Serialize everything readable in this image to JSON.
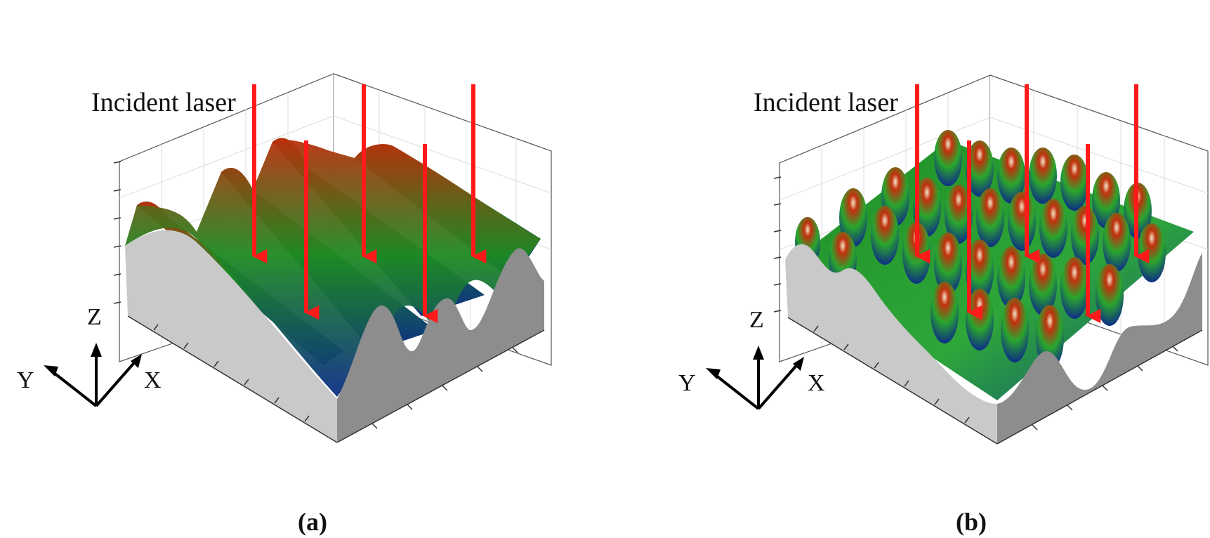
{
  "panels": [
    {
      "id": "a",
      "label": "(a)",
      "incident_label": "Incident laser",
      "axis_labels": {
        "z": "Z",
        "y": "Y",
        "x": "X"
      },
      "surface": "one-dimensional sinusoidal grating (ridges along Y)",
      "laser_arrow_count": 5
    },
    {
      "id": "b",
      "label": "(b)",
      "incident_label": "Incident laser",
      "axis_labels": {
        "z": "Z",
        "y": "Y",
        "x": "X"
      },
      "surface": "two-dimensional sinusoidal grating (bump array)",
      "laser_arrow_count": 5
    }
  ],
  "colors": {
    "laser": "#ff1a1a",
    "ridge_top": "#b8300c",
    "ridge_mid": "#1d8a22",
    "ridge_bottom": "#0d2e86",
    "side_light": "#c9c9c9",
    "side_dark": "#8d8d8d",
    "box_lines": "#555555",
    "grid": "#d9d9d9"
  }
}
